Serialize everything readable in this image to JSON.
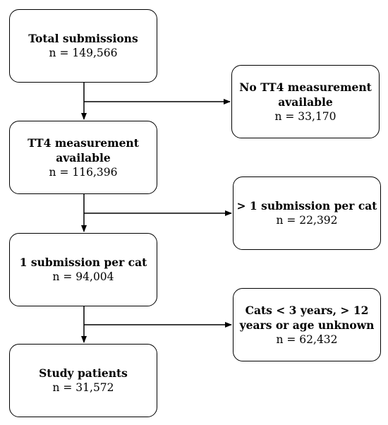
{
  "flow": {
    "total": {
      "title": "Total submissions",
      "count": "n = 149,566"
    },
    "tt4_available": {
      "title_line1": "TT4 measurement",
      "title_line2": "available",
      "count": "n = 116,396"
    },
    "one_per_cat": {
      "title": "1 submission per cat",
      "count": "n = 94,004"
    },
    "study": {
      "title": "Study patients",
      "count": "n = 31,572"
    }
  },
  "exclusions": {
    "no_tt4": {
      "title_line1": "No TT4 measurement",
      "title_line2": "available",
      "count": "n = 33,170"
    },
    "multiple": {
      "title": "> 1 submission per cat",
      "count": "n = 22,392"
    },
    "age": {
      "title_line1": "Cats < 3 years, > 12",
      "title_line2": "years or age unknown",
      "count": "n = 62,432"
    }
  }
}
